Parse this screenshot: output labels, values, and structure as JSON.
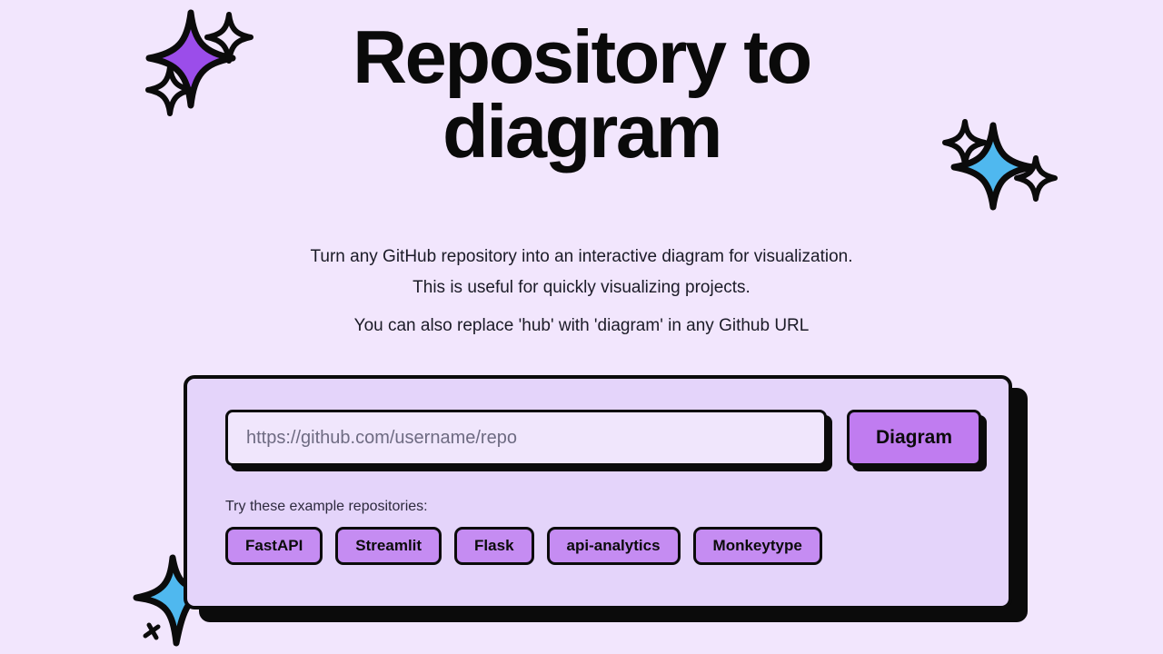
{
  "page": {
    "background_color": "#f2e6fd",
    "title_line1": "Repository to",
    "title_line2": "diagram",
    "subtitle_line1": "Turn any GitHub repository into an interactive diagram for visualization.",
    "subtitle_line2": "This is useful for quickly visualizing projects.",
    "subtitle_line3": "You can also replace 'hub' with 'diagram' in any Github URL"
  },
  "card": {
    "background_color": "#e4d4fa",
    "border_color": "#0b0b0b",
    "input": {
      "value": "",
      "placeholder": "https://github.com/username/repo",
      "background_color": "#f0e6fc"
    },
    "submit_button": {
      "label": "Diagram",
      "background_color": "#c07cf0"
    },
    "examples_label": "Try these example repositories:",
    "example_chips": [
      {
        "label": "FastAPI"
      },
      {
        "label": "Streamlit"
      },
      {
        "label": "Flask"
      },
      {
        "label": "api-analytics"
      },
      {
        "label": "Monkeytype"
      }
    ],
    "chip_color": "#c58cf2"
  },
  "decorations": [
    {
      "name": "sparkle-top-left",
      "fill": "#9b4dea"
    },
    {
      "name": "sparkle-top-right",
      "fill": "#4fb8ef"
    },
    {
      "name": "sparkle-bottom-left",
      "fill": "#4fb8ef"
    }
  ]
}
